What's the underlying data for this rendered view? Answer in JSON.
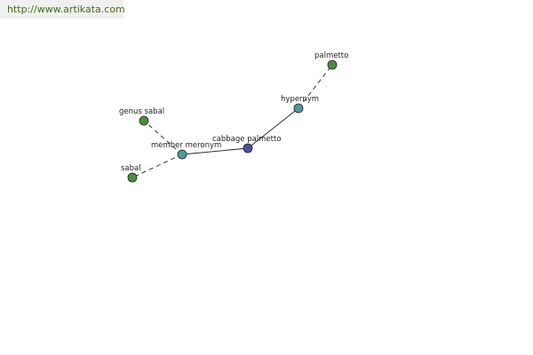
{
  "watermark": "http://www.artikata.com",
  "colors": {
    "center_node": "#4a4f9c",
    "relation_node": "#4f9a9a",
    "leaf_node": "#4a8f3e",
    "node_stroke": "#222222",
    "edge": "#222222",
    "watermark_bg": "#f0f0f0",
    "watermark_text": "#4a6b1a"
  },
  "nodes": {
    "cabbage_palmetto": {
      "label": "cabbage palmetto",
      "kind": "center"
    },
    "hypernym": {
      "label": "hypernym",
      "kind": "relation"
    },
    "palmetto": {
      "label": "palmetto",
      "kind": "leaf"
    },
    "member_meronym": {
      "label": "member meronym",
      "kind": "relation"
    },
    "genus_sabal": {
      "label": "genus sabal",
      "kind": "leaf"
    },
    "sabal": {
      "label": "sabal",
      "kind": "leaf"
    }
  },
  "edges": [
    {
      "from": "cabbage_palmetto",
      "to": "hypernym",
      "style": "solid"
    },
    {
      "from": "hypernym",
      "to": "palmetto",
      "style": "dashed"
    },
    {
      "from": "cabbage_palmetto",
      "to": "member_meronym",
      "style": "solid"
    },
    {
      "from": "member_meronym",
      "to": "genus_sabal",
      "style": "dashed"
    },
    {
      "from": "member_meronym",
      "to": "sabal",
      "style": "dashed"
    }
  ]
}
